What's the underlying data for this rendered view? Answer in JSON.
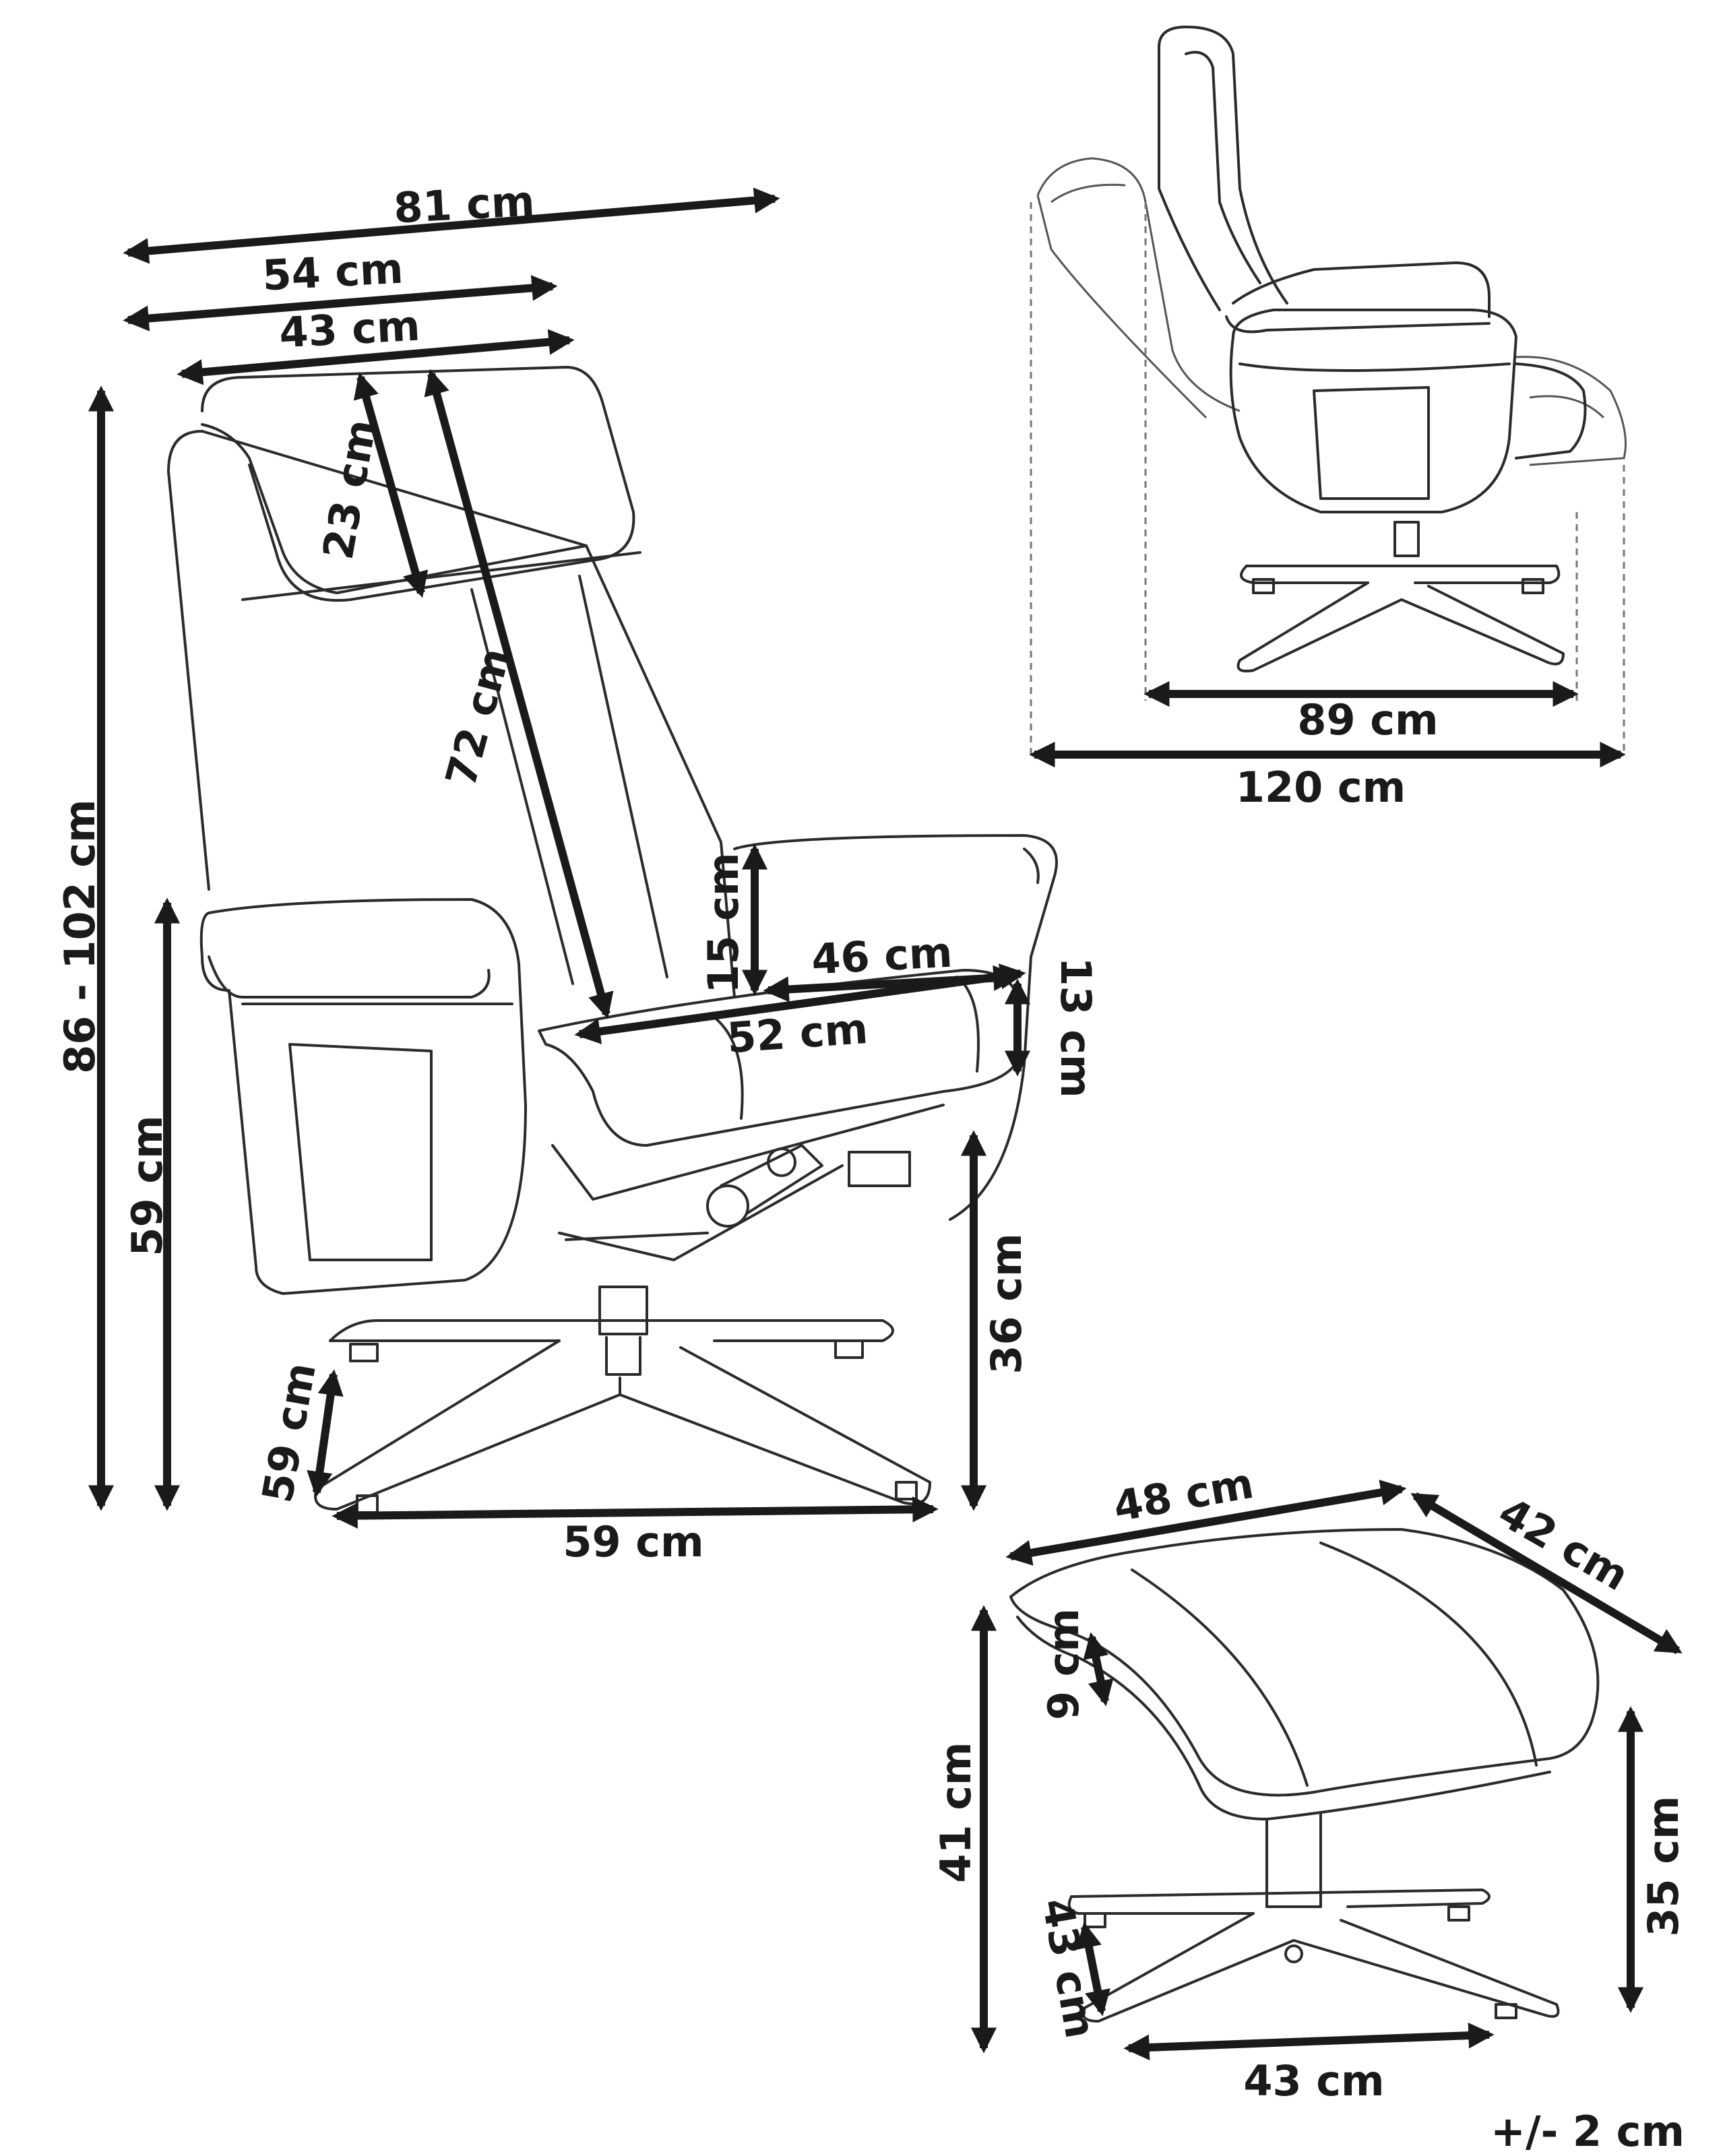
{
  "chair": {
    "total_width": "81 cm",
    "armrest_width": "54 cm",
    "backrest_width": "43 cm",
    "headrest_height": "23 cm",
    "backrest_height": "72 cm",
    "height_range": "86 - 102 cm",
    "armrest_height": "59 cm",
    "arm_above_seat": "15 cm",
    "seat_width": "46 cm",
    "seat_depth": "52 cm",
    "seat_thickness": "13 cm",
    "seat_height": "36 cm",
    "base_depth": "59 cm",
    "base_width": "59 cm"
  },
  "side_view": {
    "depth_upright": "89 cm",
    "depth_reclined": "120 cm"
  },
  "footstool": {
    "width": "48 cm",
    "depth": "42 cm",
    "cushion_thickness": "9 cm",
    "total_height": "41 cm",
    "base_height": "35 cm",
    "base_depth": "43 cm",
    "base_width": "43 cm"
  },
  "tolerance": "+/- 2 cm"
}
